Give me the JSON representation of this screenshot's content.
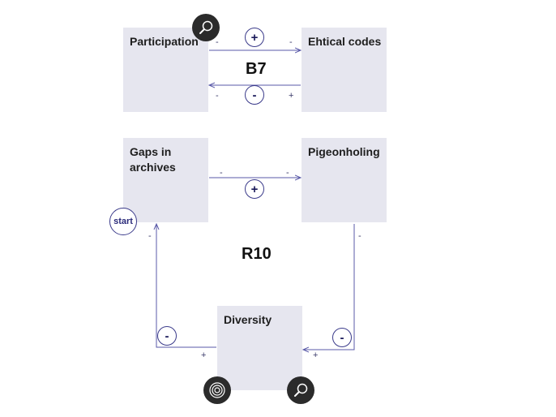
{
  "nodes": {
    "participation": "Participation",
    "ethical_codes": "Ehtical codes",
    "gaps_in_archives": "Gaps in\narchives",
    "pigeonholing": "Pigeonholing",
    "diversity": "Diversity"
  },
  "loops": {
    "b7": "B7",
    "r10": "R10"
  },
  "links": {
    "part_to_ethic": {
      "tail": "-",
      "head": "-",
      "polarity": "+"
    },
    "ethic_to_part": {
      "tail": "+",
      "head": "-",
      "polarity": "-"
    },
    "gaps_to_pigeon": {
      "tail": "-",
      "head": "-",
      "polarity": "+"
    },
    "pigeon_to_div": {
      "tail": "-",
      "head": "+",
      "polarity": "-"
    },
    "div_to_gaps": {
      "tail": "+",
      "head": "-",
      "polarity": "-"
    }
  },
  "start_label": "start",
  "icons": {
    "participation": "magnifier-icon",
    "diversity_left": "concentric-circles-icon",
    "diversity_right": "magnifier-icon"
  },
  "colors": {
    "box": "#e6e6ef",
    "line": "#5a5aa8",
    "icon_bg": "#2b2b2b"
  }
}
